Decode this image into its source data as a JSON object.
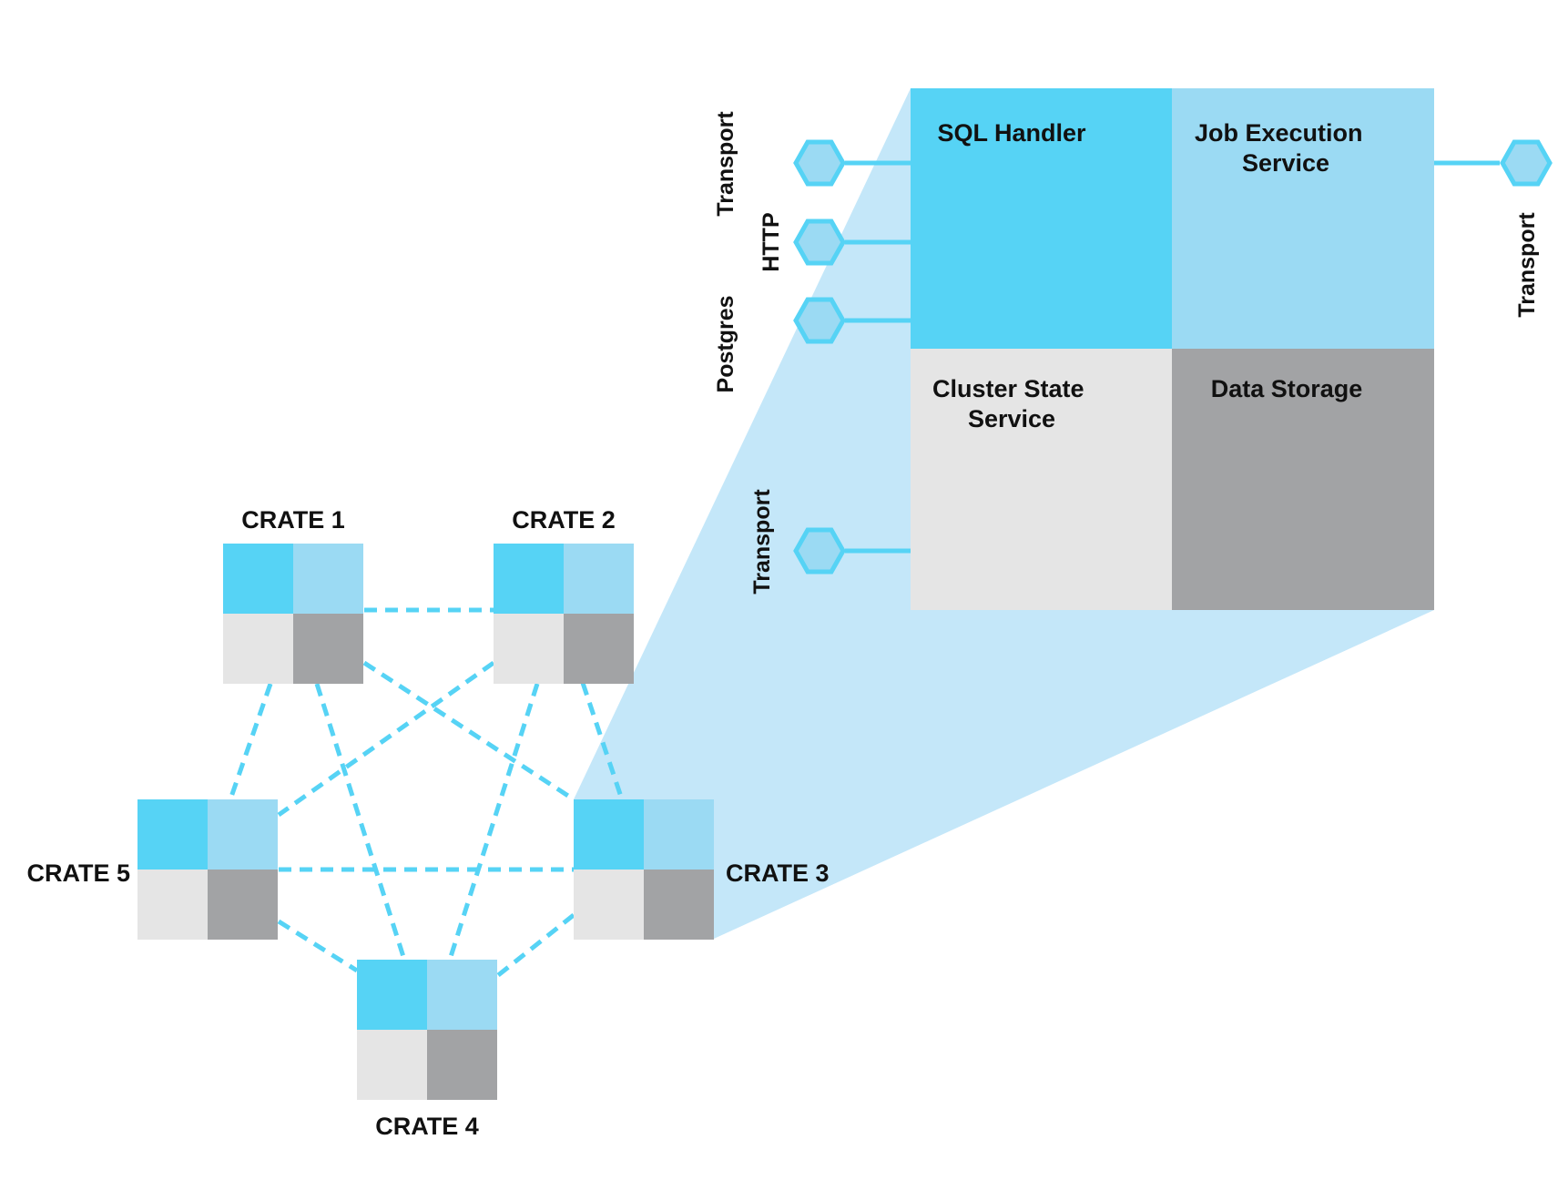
{
  "colors": {
    "sql": "#56D3F5",
    "job": "#9BDAF3",
    "cluster": "#E5E5E5",
    "storage": "#A2A3A5",
    "zoom_fill": "#C4E7F9",
    "link": "#56D3F5",
    "port_fill": "#9BDAF3",
    "port_stroke": "#56D3F5"
  },
  "nodes": [
    {
      "id": "crate1",
      "label": "CRATE 1"
    },
    {
      "id": "crate2",
      "label": "CRATE 2"
    },
    {
      "id": "crate3",
      "label": "CRATE 3"
    },
    {
      "id": "crate4",
      "label": "CRATE 4"
    },
    {
      "id": "crate5",
      "label": "CRATE 5"
    }
  ],
  "zoom": {
    "sql_handler": [
      "SQL Handler"
    ],
    "job_execution": [
      "Job Execution",
      "Service"
    ],
    "cluster_state": [
      "Cluster State",
      "Service"
    ],
    "data_storage": [
      "Data Storage"
    ]
  },
  "ports": {
    "transport_top": "Transport",
    "http": "HTTP",
    "postgres": "Postgres",
    "transport_bottom": "Transport",
    "transport_right": "Transport"
  }
}
